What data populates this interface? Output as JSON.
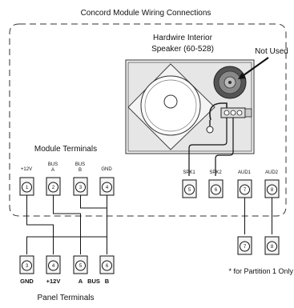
{
  "title": "Concord Module Wiring Connections",
  "speaker": {
    "title_line1": "Hardwire Interior",
    "title_line2": "Speaker (60-528)",
    "not_used": "Not Used"
  },
  "module": {
    "label": "Module Terminals",
    "terminals": [
      {
        "top": "+12V",
        "sub": "",
        "num": "1"
      },
      {
        "top": "BUS",
        "sub": "A",
        "num": "2"
      },
      {
        "top": "BUS",
        "sub": "B",
        "num": "3"
      },
      {
        "top": "GND",
        "sub": "",
        "num": "4"
      },
      {
        "top": "SPK1",
        "sub": "",
        "num": "5"
      },
      {
        "top": "SPK2",
        "sub": "",
        "num": "6"
      },
      {
        "top": "AUD1",
        "sub": "",
        "num": "7"
      },
      {
        "top": "AUD2",
        "sub": "",
        "num": "8"
      }
    ]
  },
  "partition": {
    "terminals": [
      {
        "num": "7"
      },
      {
        "num": "8"
      }
    ],
    "note": "* for Partition 1 Only"
  },
  "panel": {
    "label": "Panel Terminals",
    "terminals": [
      {
        "num": "3",
        "label": "GND"
      },
      {
        "num": "4",
        "label": "+12V"
      },
      {
        "num": "5",
        "label": "A"
      },
      {
        "num": "6",
        "label": "B"
      }
    ],
    "bus_label": "BUS"
  }
}
